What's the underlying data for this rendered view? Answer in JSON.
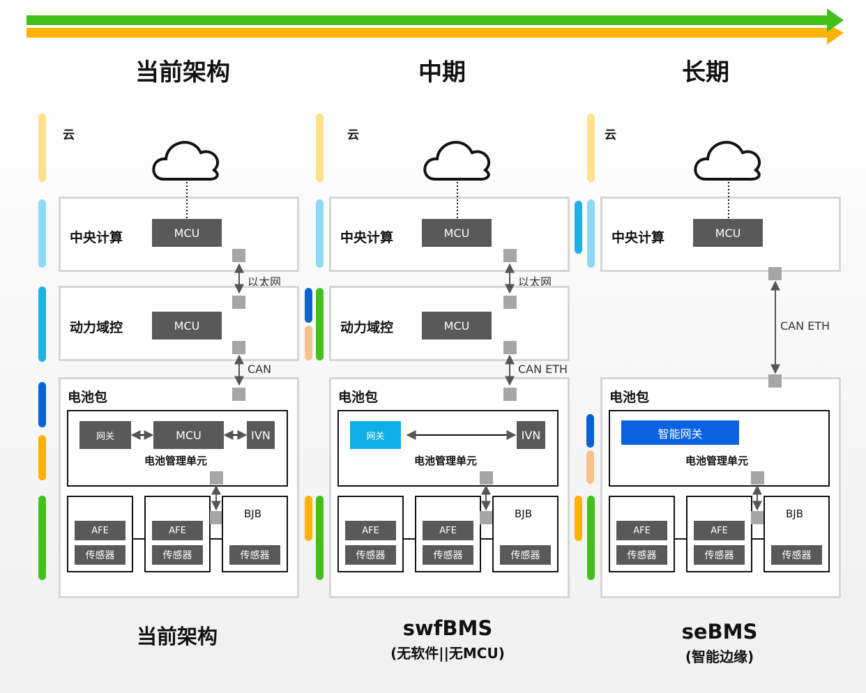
{
  "colors": {
    "green": "#44c01a",
    "orange": "#fdb100",
    "dark_chip": "#595959",
    "port": "#a6a6a6",
    "bar_yellow": "#ffe08c",
    "bar_lightblue": "#8fd9f6",
    "bar_blue": "#20b0e8",
    "bar_darkblue": "#0a63d4",
    "bar_peach": "#f9c090",
    "gateway_cyan": "#10aee6",
    "gateway_blue": "#0a62e0"
  },
  "phases": [
    {
      "title": "当前架构",
      "cloud_label": "云",
      "central": {
        "label": "中央计算",
        "mcu": "MCU"
      },
      "link1": "以太网",
      "domain": {
        "label": "动力域控",
        "mcu": "MCU"
      },
      "link2": "CAN",
      "pack": {
        "label": "电池包",
        "gateway": "网关",
        "mcu": "MCU",
        "ivn": "IVN",
        "bms": "电池管理单元",
        "afe1": "AFE",
        "sensor1": "传感器",
        "afe2": "AFE",
        "sensor2": "传感器",
        "bjb": "BJB",
        "sensor3": "传感器"
      },
      "footer_title": "当前架构",
      "footer_sub": ""
    },
    {
      "title": "中期",
      "cloud_label": "云",
      "central": {
        "label": "中央计算",
        "mcu": "MCU"
      },
      "link1": "以太网",
      "domain": {
        "label": "动力域控",
        "mcu": "MCU"
      },
      "link2": "CAN ETH",
      "pack": {
        "label": "电池包",
        "gateway": "网关",
        "ivn": "IVN",
        "bms": "电池管理单元",
        "afe1": "AFE",
        "sensor1": "传感器",
        "afe2": "AFE",
        "sensor2": "传感器",
        "bjb": "BJB",
        "sensor3": "传感器"
      },
      "footer_title": "swfBMS",
      "footer_sub": "(无软件||无MCU)"
    },
    {
      "title": "长期",
      "cloud_label": "云",
      "central": {
        "label": "中央计算",
        "mcu": "MCU"
      },
      "link": "CAN ETH",
      "pack": {
        "label": "电池包",
        "gateway": "智能网关",
        "bms": "电池管理单元",
        "afe1": "AFE",
        "sensor1": "传感器",
        "afe2": "AFE",
        "sensor2": "传感器",
        "bjb": "BJB",
        "sensor3": "传感器"
      },
      "footer_title": "seBMS",
      "footer_sub": "(智能边缘)"
    }
  ]
}
